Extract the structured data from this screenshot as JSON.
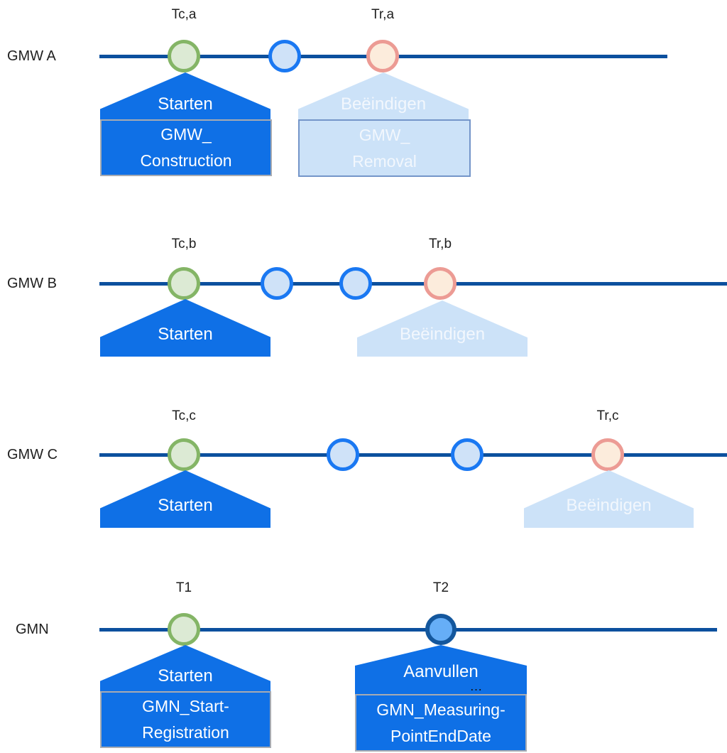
{
  "colors": {
    "timeline": "#0C509E",
    "primary_callout": "#0F70E6",
    "light_callout_fill": "#CCE2F8",
    "light_callout_border": "#7495C9",
    "gray_box_border": "#A7ABB2",
    "marker_green_ring": "#84B566",
    "marker_green_fill": "#DCEAD4",
    "marker_blue_ring": "#1A78F2",
    "marker_blue_fill": "#CFE2F8",
    "marker_orange_ring": "#EC9B94",
    "marker_orange_fill": "#FCECDC",
    "marker_darkblue_ring": "#14579D",
    "marker_darkblue_fill": "#66AEF7"
  },
  "rows": [
    {
      "label": "GMW A",
      "markers": [
        {
          "type": "green",
          "time_label": "Tc,a"
        },
        {
          "type": "blue"
        },
        {
          "type": "orange",
          "time_label": "Tr,a"
        }
      ],
      "callouts": [
        {
          "variant": "primary",
          "title": "Starten",
          "box": "GMW_\nConstruction"
        },
        {
          "variant": "light",
          "title": "Beëindigen",
          "box": "GMW_\nRemoval"
        }
      ]
    },
    {
      "label": "GMW B",
      "markers": [
        {
          "type": "green",
          "time_label": "Tc,b"
        },
        {
          "type": "blue"
        },
        {
          "type": "blue"
        },
        {
          "type": "orange",
          "time_label": "Tr,b"
        }
      ],
      "callouts": [
        {
          "variant": "primary",
          "title": "Starten"
        },
        {
          "variant": "light",
          "title": "Beëindigen"
        }
      ]
    },
    {
      "label": "GMW C",
      "markers": [
        {
          "type": "green",
          "time_label": "Tc,c"
        },
        {
          "type": "blue"
        },
        {
          "type": "blue"
        },
        {
          "type": "orange",
          "time_label": "Tr,c"
        }
      ],
      "callouts": [
        {
          "variant": "primary",
          "title": "Starten"
        },
        {
          "variant": "light",
          "title": "Beëindigen"
        }
      ]
    },
    {
      "label": "GMN",
      "markers": [
        {
          "type": "green",
          "time_label": "T1"
        },
        {
          "type": "darkblue",
          "time_label": "T2"
        }
      ],
      "callouts": [
        {
          "variant": "primary",
          "title": "Starten",
          "box": "GMN_Start-\nRegistration"
        },
        {
          "variant": "primary",
          "title": "Aanvullen",
          "ellipsis": "…",
          "box": "GMN_Measuring-\nPointEndDate"
        }
      ]
    }
  ]
}
